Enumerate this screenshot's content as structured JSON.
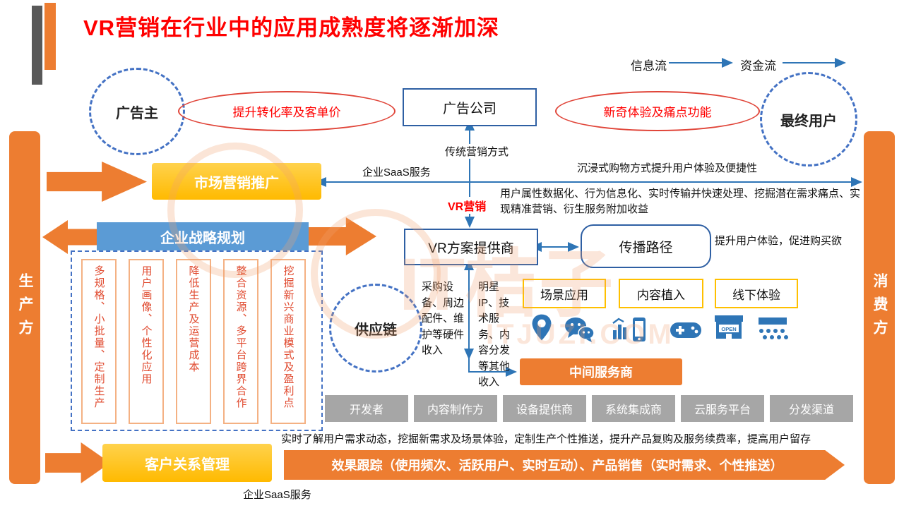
{
  "title": "VR营销在行业中的应用成熟度将逐渐加深",
  "flows": {
    "info": "信息流",
    "capital": "资金流"
  },
  "nodes": {
    "advertiser": "广告主",
    "end_user": "最终用户",
    "supply_chain": "供应链",
    "ad_company": "广告公司",
    "marketing": "市场营销推广",
    "strategy": "企业战略规划",
    "vr_provider": "VR方案提供商",
    "spread_path": "传播路径",
    "middleman": "中间服务商",
    "crm": "客户关系管理"
  },
  "callouts": {
    "conversion": "提升转化率及客单价",
    "novelty": "新奇体验及痛点功能"
  },
  "sides": {
    "producer": "生产方",
    "consumer": "消费方"
  },
  "labels": {
    "traditional_marketing": "传统营销方式",
    "saas_top": "企业SaaS服务",
    "saas_bottom": "企业SaaS服务",
    "immersive": "沉浸式购物方式提升用户体验及便捷性",
    "vr_marketing": "VR营销",
    "vr_marketing_desc": "用户属性数据化、行为信息化、实时传输并快速处理、挖掘潜在需求痛点、实现精准营销、衍生服务附加收益",
    "boost_experience": "提升用户体验，促进购买欲",
    "hardware_income": "采购设备、周边配件、维护等硬件收入",
    "other_income": "明星IP、技术服务、内容分发等其他收入",
    "realtime_insight": "实时了解用户需求动态，挖掘新需求及场景体验，定制生产个性推送，提升产品复购及服务续费率，提高用户留存",
    "effect_banner": "效果跟踪（使用频次、活跃用户、实时互动）、产品销售（实时需求、个性推送）",
    "shop_open": "OPEN"
  },
  "production_features": [
    "多规格、小批量、定制生产",
    "用户画像、个性化应用",
    "降低生产及运营成本",
    "整合资源、多平台跨界合作",
    "挖掘新兴商业模式及盈利点"
  ],
  "channels": [
    "场景应用",
    "内容植入",
    "线下体验"
  ],
  "providers": [
    "开发者",
    "内容制作方",
    "设备提供商",
    "系统集成商",
    "云服务平台",
    "分发渠道"
  ],
  "icons": [
    "location-icon",
    "wechat-icon",
    "mobile-analytics-icon",
    "gamepad-icon",
    "storefront-icon",
    "cinema-audience-icon"
  ],
  "watermark": {
    "brand": "IT桔子",
    "domain": "ITJUZI.COM"
  },
  "colors": {
    "orange": "#ED7D31",
    "gold": "#FFC000",
    "blue": "#5B9BD5",
    "line_blue": "#2E75B6",
    "red": "#FF0000",
    "gray": "#A6A6A6"
  }
}
